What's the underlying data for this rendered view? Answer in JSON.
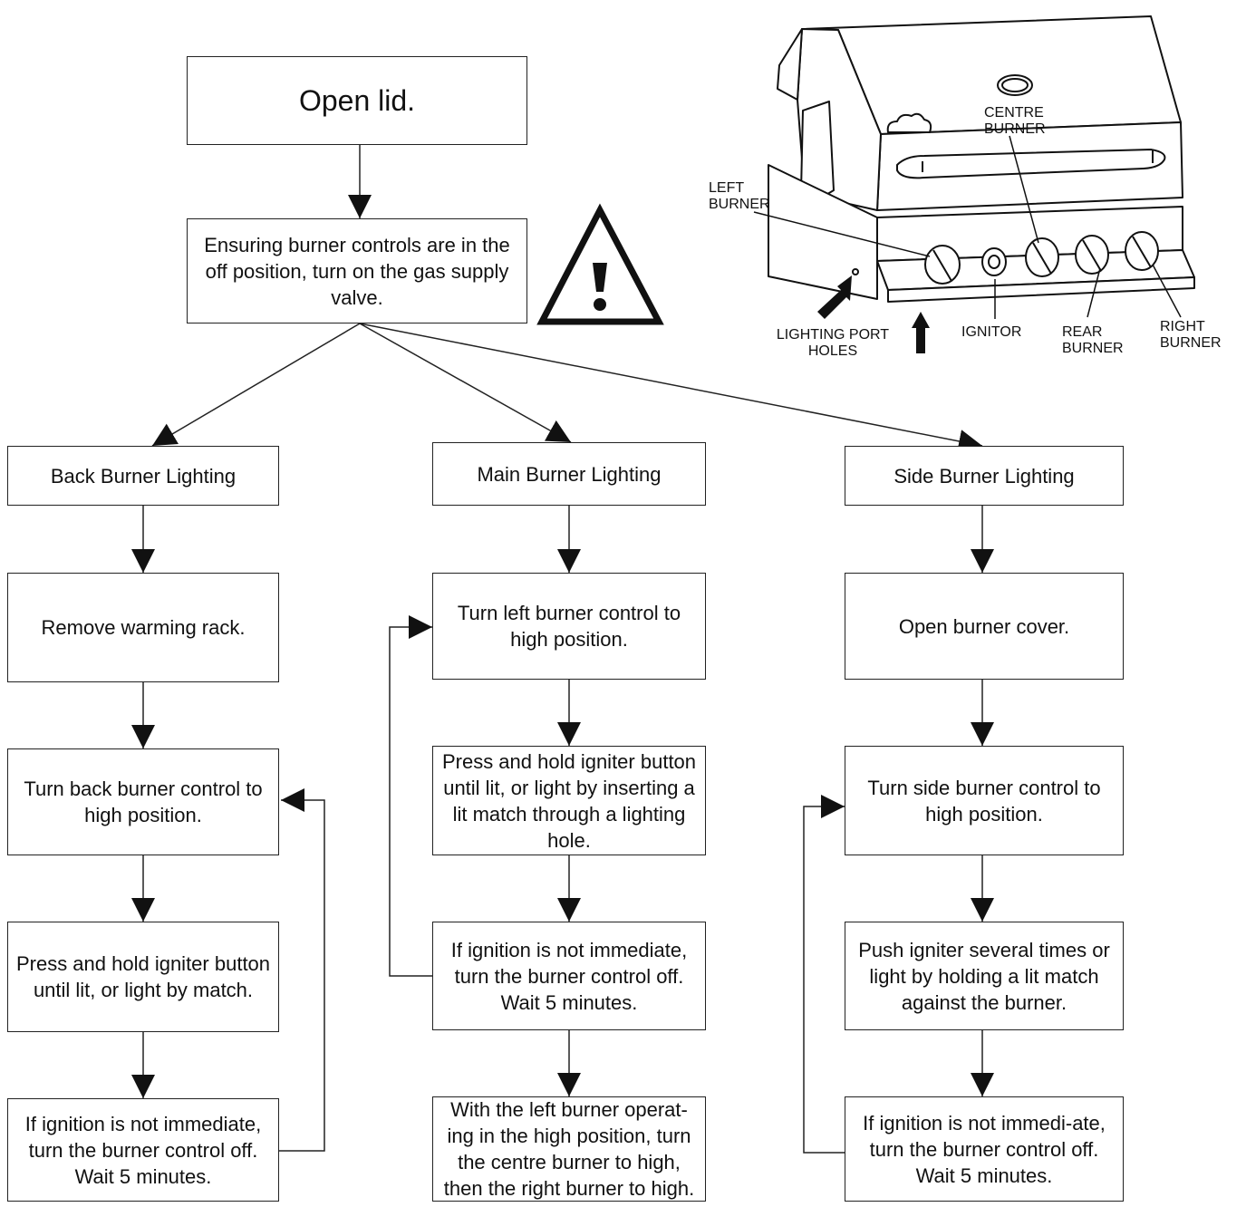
{
  "flow": {
    "start": "Open lid.",
    "supply": "Ensuring burner controls are in the off position, turn on the gas supply valve.",
    "back": {
      "title": "Back Burner Lighting",
      "steps": [
        "Remove warming rack.",
        "Turn back burner control to high position.",
        "Press and hold igniter button until lit, or light by match.",
        "If ignition is not immediate, turn the burner control off. Wait 5 minutes."
      ]
    },
    "main": {
      "title": "Main Burner Lighting",
      "steps": [
        "Turn left burner control to high position.",
        "Press and hold igniter button until lit, or light by inserting a lit match through a lighting hole.",
        "If ignition is not immediate, turn the burner control off. Wait 5 minutes.",
        "With the left burner operat-ing in the high position, turn the centre burner to high, then the right burner to high."
      ]
    },
    "side": {
      "title": "Side Burner Lighting",
      "steps": [
        "Open burner cover.",
        "Turn side burner control to high position.",
        "Push igniter several times or light by holding a lit match against the burner.",
        "If ignition is not immedi-ate, turn the burner control off.  Wait 5 minutes."
      ]
    }
  },
  "callouts": {
    "centre_burner": "CENTRE\nBURNER",
    "left_burner": "LEFT\nBURNER",
    "lighting_port_holes": "LIGHTING PORT\nHOLES",
    "ignitor": "IGNITOR",
    "rear_burner": "REAR\nBURNER",
    "right_burner": "RIGHT\nBURNER"
  },
  "icons": {
    "warning": "warning-triangle-icon",
    "grill": "barbecue-grill-illustration"
  }
}
